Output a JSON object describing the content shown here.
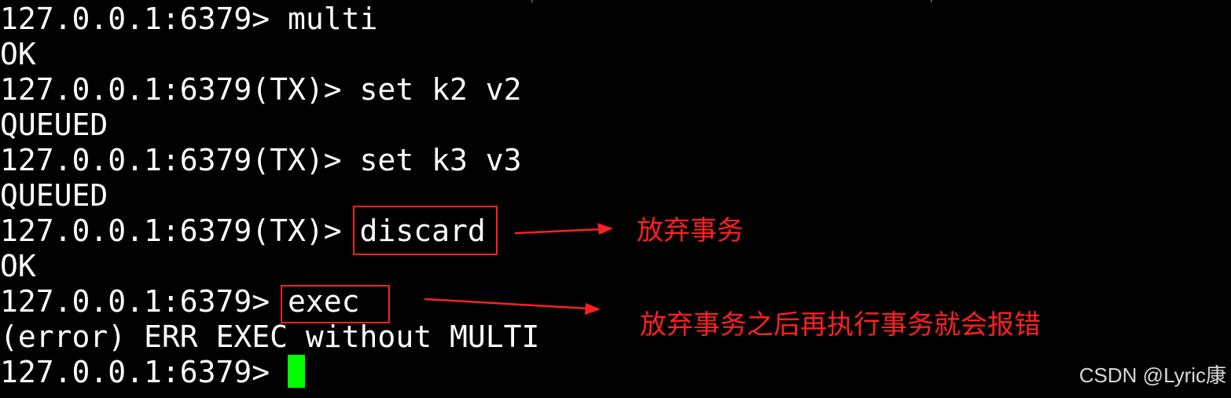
{
  "terminal": {
    "lines": [
      "127.0.0.1:6379> multi",
      "OK",
      "127.0.0.1:6379(TX)> set k2 v2",
      "QUEUED",
      "127.0.0.1:6379(TX)> set k3 v3",
      "QUEUED",
      "127.0.0.1:6379(TX)> discard",
      "OK",
      "127.0.0.1:6379> exec",
      "(error) ERR EXEC without MULTI",
      "127.0.0.1:6379> "
    ],
    "text_color": "#ffffff",
    "background_color": "#000000",
    "cursor_color": "#00ff00"
  },
  "annotations": {
    "box_color": "#ff2020",
    "text_color": "#ff2020",
    "discard_note": "放弃事务",
    "exec_note": "放弃事务之后再执行事务就会报错"
  },
  "watermark": {
    "text": "CSDN @Lyric康",
    "color": "#d8d8d8"
  }
}
